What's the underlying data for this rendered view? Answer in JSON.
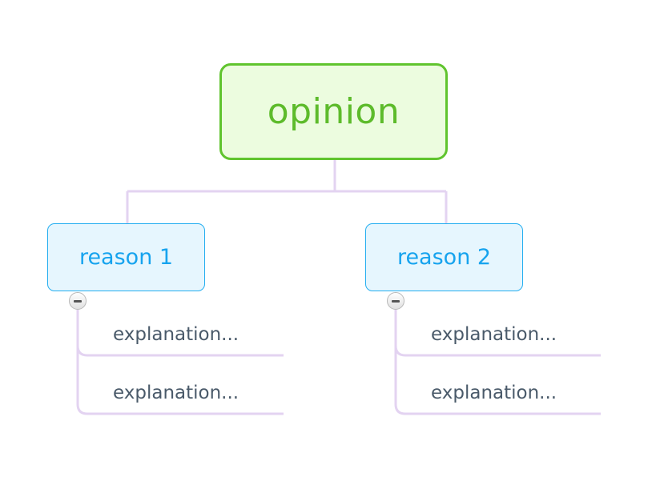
{
  "map": {
    "root": {
      "label": "opinion"
    },
    "branches": [
      {
        "label": "reason 1",
        "children": [
          {
            "label": "explanation..."
          },
          {
            "label": "explanation..."
          }
        ]
      },
      {
        "label": "reason 2",
        "children": [
          {
            "label": "explanation..."
          },
          {
            "label": "explanation..."
          }
        ]
      }
    ]
  },
  "colors": {
    "connector": "#e3d3f1",
    "root_border": "#60c42e",
    "root_fill": "#ecfcdf",
    "root_text": "#5dbb2b",
    "main_border": "#24aef0",
    "main_fill": "#e6f6fe",
    "main_text": "#16a3ee",
    "sub_text": "#4a5a6a"
  },
  "icons": {
    "collapse": "collapse-minus-icon"
  }
}
